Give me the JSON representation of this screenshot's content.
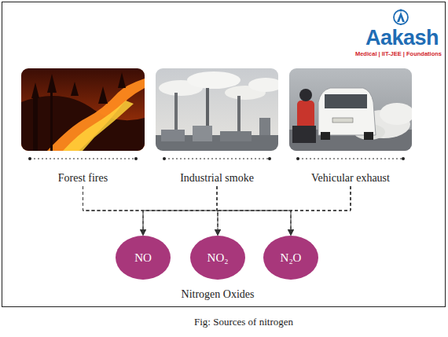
{
  "diagram": {
    "caption": "Fig: Sources of nitrogen",
    "nodes": [
      {
        "text": [
          "Forest fires"
        ]
      },
      {
        "text": [
          "Industrial smoke"
        ]
      },
      {
        "text": [
          "Vehicular exhaust"
        ]
      },
      {
        "text": [
          "NO"
        ]
      },
      {
        "text": [
          "NO₂"
        ]
      },
      {
        "text": [
          "N₂O"
        ]
      }
    ],
    "edges": [
      {
        "from": 0,
        "to": 3,
        "arrow": "to"
      },
      {
        "from": 0,
        "to": 4,
        "arrow": "to"
      },
      {
        "from": 0,
        "to": 5,
        "arrow": "to"
      },
      {
        "from": 1,
        "to": 3,
        "arrow": "to"
      },
      {
        "from": 1,
        "to": 4,
        "arrow": "to"
      },
      {
        "from": 1,
        "to": 5,
        "arrow": "to"
      },
      {
        "from": 2,
        "to": 3,
        "arrow": "to"
      },
      {
        "from": 2,
        "to": 4,
        "arrow": "to"
      },
      {
        "from": 2,
        "to": 5,
        "arrow": "to"
      }
    ],
    "labels": [
      "Aakash",
      "Medical | IIT-JEE | Foundations",
      "Nitrogen Oxides"
    ]
  }
}
